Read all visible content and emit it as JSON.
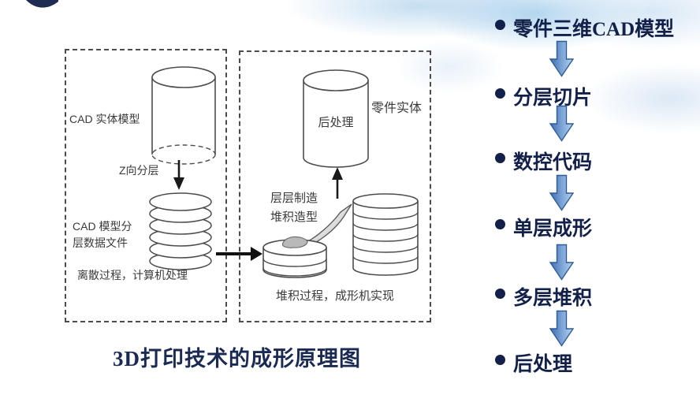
{
  "title_caption": "3D打印技术的成形原理图",
  "diagram": {
    "left_panel": {
      "model_label": "CAD 实体模型",
      "slicing_arrow_label": "Z向分层",
      "layered_file_label_line1": "CAD 模型分",
      "layered_file_label_line2": "层数据文件",
      "process_note": "离散过程，计算机处理"
    },
    "right_panel": {
      "post_process_label": "后处理",
      "part_entity_label": "零件实体",
      "build_label_line1": "层层制造",
      "build_label_line2": "堆积造型",
      "process_note": "堆积过程，成形机实现"
    }
  },
  "process_flow": {
    "steps": [
      "零件三维CAD模型",
      "分层切片",
      "数控代码",
      "单层成形",
      "多层堆积",
      "后处理"
    ]
  },
  "icons": {
    "flow_arrow": "block-down-arrow",
    "cylinders": "3d-cylinder-shape",
    "layer_stack": "stacked-ellipse-slices"
  },
  "colors": {
    "list_text_navy": "#13204a",
    "caption_navy": "#1b2a52",
    "flow_arrow_fill_dark": "#3e6db0",
    "flow_arrow_fill_light": "#b9d2ee",
    "flow_arrow_stroke": "#2f5c96",
    "diagram_line": "#4c4c4c",
    "diagram_text": "#3a3a3a",
    "sky_tint": "#bcd8ee"
  }
}
